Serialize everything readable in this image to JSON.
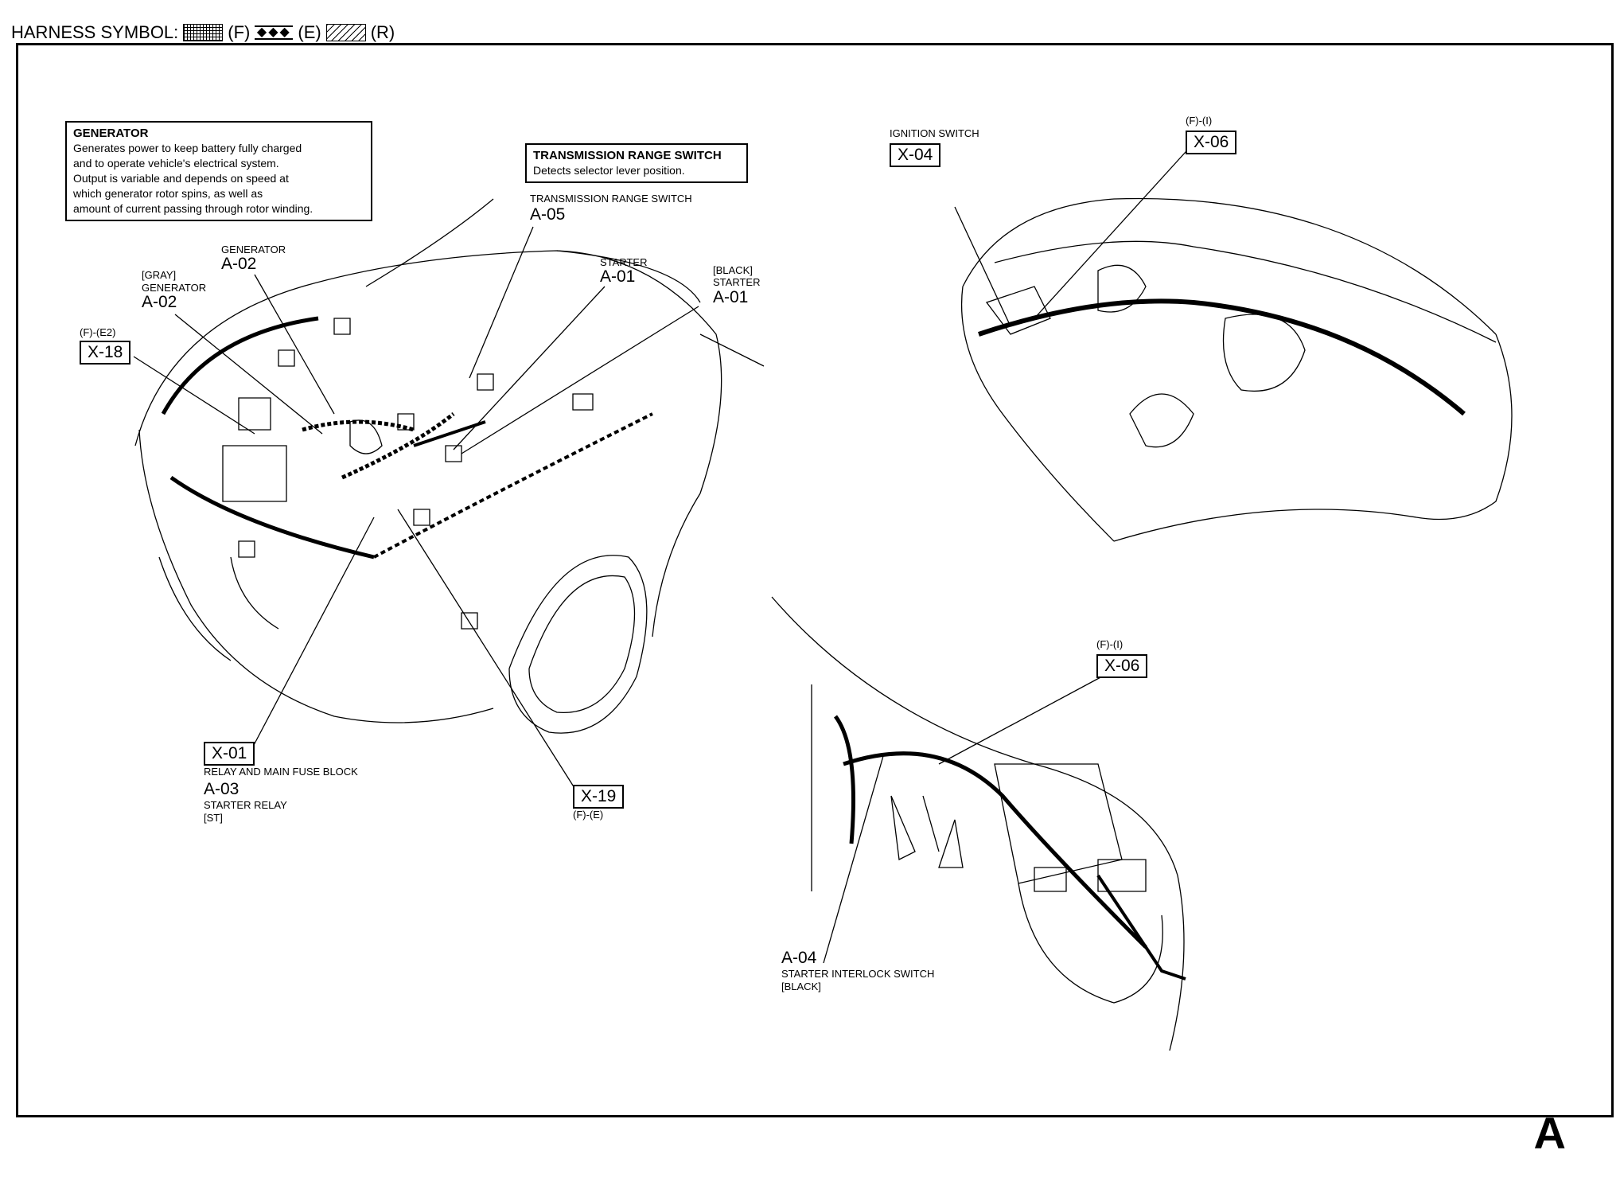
{
  "legend": {
    "label": "HARNESS SYMBOL:",
    "f_tag": "(F)",
    "e_symbol": "◆◆◆",
    "e_tag": "(E)",
    "r_tag": "(R)"
  },
  "generator_box": {
    "title": "GENERATOR",
    "line1": "Generates power to keep battery fully charged",
    "line2": "and to operate vehicle's electrical system.",
    "line3": "Output is variable and depends on speed at",
    "line4": "which generator rotor spins, as well as",
    "line5": "amount of current passing through rotor winding."
  },
  "trs_box": {
    "title": "TRANSMISSION RANGE SWITCH",
    "line1": "Detects selector lever position."
  },
  "labels": {
    "trs_name": "TRANSMISSION RANGE SWITCH",
    "trs_code": "A-05",
    "gen_name": "GENERATOR",
    "gen_code": "A-02",
    "gray_tag": "[GRAY]",
    "gray_gen_name": "GENERATOR",
    "gray_gen_code": "A-02",
    "starter_name": "STARTER",
    "starter_code": "A-01",
    "black_tag": "[BLACK]",
    "black_starter_name": "STARTER",
    "black_starter_code": "A-01",
    "x18_tag": "(F)-(E2)",
    "x18": "X-18",
    "x01": "X-01",
    "relay_name": "RELAY AND MAIN FUSE BLOCK",
    "a03_code": "A-03",
    "starter_relay": "STARTER RELAY",
    "st_tag": "[ST]",
    "x19": "X-19",
    "x19_tag": "(F)-(E)",
    "ign_name": "IGNITION SWITCH",
    "x04": "X-04",
    "x06a_tag": "(F)-(I)",
    "x06a": "X-06",
    "x06b_tag": "(F)-(I)",
    "x06b": "X-06",
    "a04_code": "A-04",
    "interlock_name": "STARTER INTERLOCK SWITCH",
    "interlock_tag": "[BLACK]"
  },
  "page_letter": "A"
}
